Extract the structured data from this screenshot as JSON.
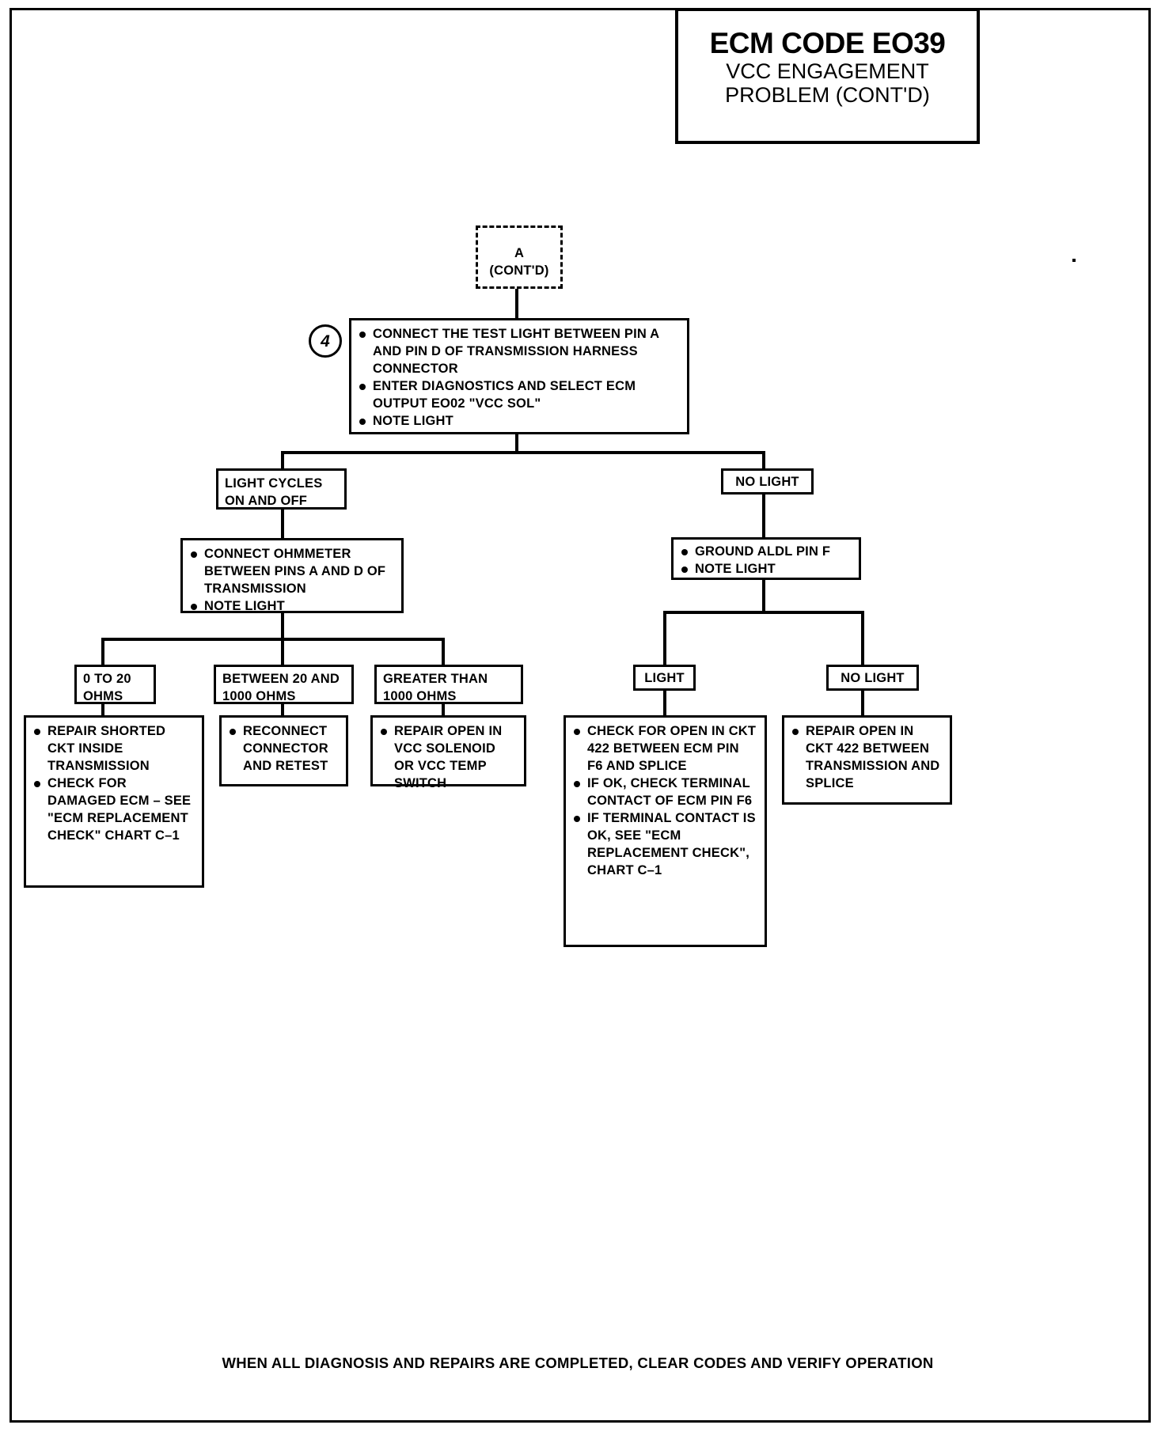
{
  "title": {
    "line1": "ECM CODE EO39",
    "line2": "VCC ENGAGEMENT",
    "line3": "PROBLEM (CONT'D)"
  },
  "entry": {
    "label_a": "A",
    "label_contd": "(CONT'D)"
  },
  "step4": {
    "number": "4",
    "bullets": [
      "CONNECT THE TEST LIGHT BETWEEN PIN A AND PIN D OF TRANSMISSION HARNESS CONNECTOR",
      "ENTER DIAGNOSTICS AND SELECT ECM OUTPUT EO02 \"VCC SOL\"",
      "NOTE LIGHT"
    ]
  },
  "branches": {
    "light_cycles": "LIGHT CYCLES ON AND OFF",
    "no_light": "NO LIGHT"
  },
  "ohmmeter": {
    "bullets": [
      "CONNECT OHMMETER BETWEEN PINS A AND D OF TRANSMISSION",
      "NOTE LIGHT"
    ]
  },
  "ohm_results": {
    "low": "0 TO 20 OHMS",
    "mid": "BETWEEN 20 AND 1000 OHMS",
    "high": "GREATER THAN 1000 OHMS"
  },
  "ohm_actions": {
    "low": [
      "REPAIR SHORTED CKT INSIDE TRANSMISSION",
      "CHECK FOR DAMAGED ECM – SEE \"ECM REPLACEMENT CHECK\" CHART C–1"
    ],
    "mid": [
      "RECONNECT CONNECTOR AND RETEST"
    ],
    "high": [
      "REPAIR OPEN IN VCC SOLENOID OR VCC TEMP SWITCH"
    ]
  },
  "aldl": {
    "bullets": [
      "GROUND ALDL PIN F",
      "NOTE LIGHT"
    ]
  },
  "aldl_results": {
    "light": "LIGHT",
    "no_light": "NO LIGHT"
  },
  "aldl_actions": {
    "light": [
      "CHECK FOR OPEN IN CKT 422 BETWEEN ECM PIN F6 AND SPLICE",
      "IF OK, CHECK TERMINAL CONTACT OF ECM PIN F6",
      "IF TERMINAL CONTACT IS OK, SEE \"ECM REPLACEMENT CHECK\", CHART C–1"
    ],
    "no_light": [
      "REPAIR OPEN IN CKT 422 BETWEEN TRANSMISSION AND SPLICE"
    ]
  },
  "footer": "WHEN ALL DIAGNOSIS AND REPAIRS ARE COMPLETED, CLEAR CODES AND VERIFY OPERATION"
}
